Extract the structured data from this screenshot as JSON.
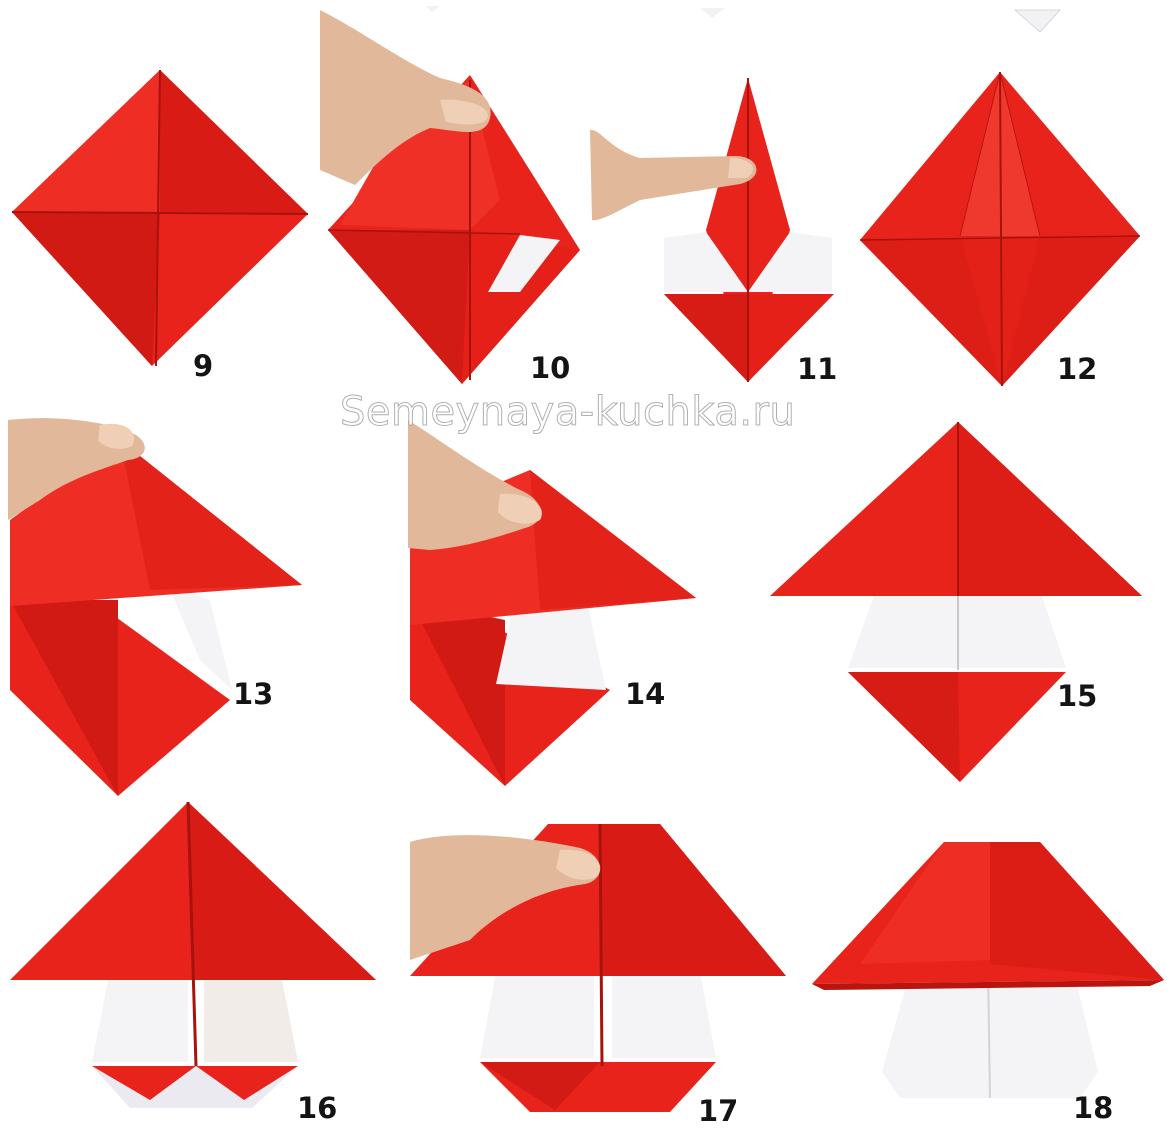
{
  "watermark": "Semeynaya-kuchka.ru",
  "colors": {
    "paper_red": "#e8231c",
    "paper_red_dark": "#c41812",
    "paper_red_light": "#f0392e",
    "paper_white": "#f4f4f6",
    "skin": "#e2b89a",
    "number": "#141414"
  },
  "steps": [
    {
      "id": "9",
      "label": "9"
    },
    {
      "id": "10",
      "label": "10"
    },
    {
      "id": "11",
      "label": "11"
    },
    {
      "id": "12",
      "label": "12"
    },
    {
      "id": "13",
      "label": "13"
    },
    {
      "id": "14",
      "label": "14"
    },
    {
      "id": "15",
      "label": "15"
    },
    {
      "id": "16",
      "label": "16"
    },
    {
      "id": "17",
      "label": "17"
    },
    {
      "id": "18",
      "label": "18"
    }
  ]
}
